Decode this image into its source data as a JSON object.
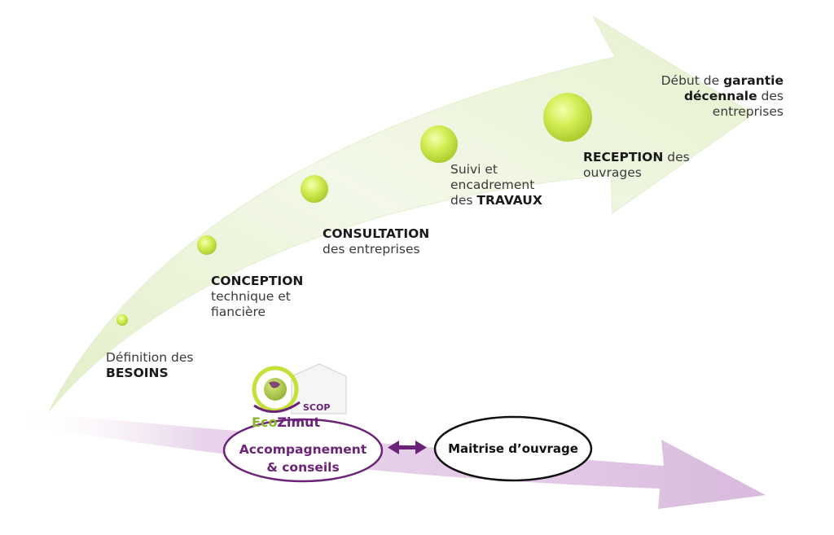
{
  "steps": [
    {
      "text_pre": "Définition des",
      "bold": "BESOINS",
      "text_post": ""
    },
    {
      "text_pre": "",
      "bold": "CONCEPTION",
      "text_post": "technique et fiancière"
    },
    {
      "text_pre": "",
      "bold": "CONSULTATION",
      "text_post": "des entreprises"
    },
    {
      "text_pre": "Suivi et encadrement des",
      "bold": "TRAVAUX",
      "text_post": ""
    },
    {
      "text_pre": "",
      "bold": "RECEPTION",
      "text_post": "des ouvrages"
    }
  ],
  "final": {
    "l1": "Début de",
    "b1": "garantie",
    "b2": "décennale",
    "l2": "des",
    "l3": "entreprises"
  },
  "logo": {
    "scop": "SCOP",
    "name_eco": "Eco",
    "name_zimut": "Zimut"
  },
  "left_oval": {
    "line1": "Accompagnement",
    "line2": "& conseils"
  },
  "right_oval": {
    "label": "Maitrise d’ouvrage"
  },
  "colors": {
    "accent_green": "#c6e03a",
    "purple": "#6b2378",
    "arrow_fill": "#f1f7e3"
  }
}
